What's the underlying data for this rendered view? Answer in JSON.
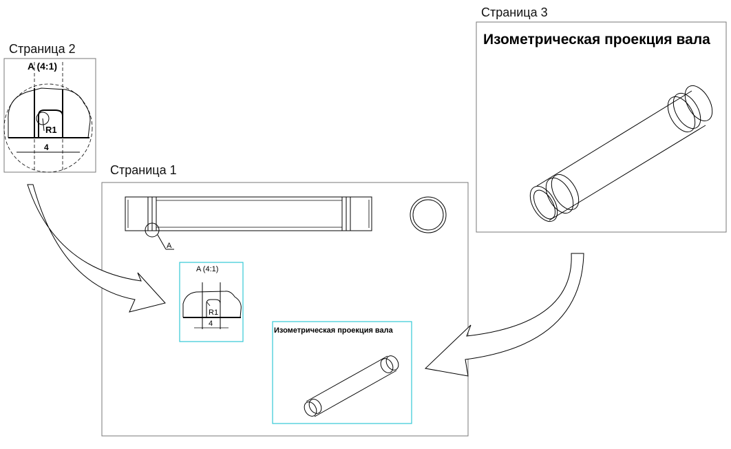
{
  "pages": {
    "page1": {
      "label": "Страница 1"
    },
    "page2": {
      "label": "Страница 2",
      "view_title": "A (4:1)",
      "radius_label": "R1",
      "dimension_label": "4"
    },
    "page3": {
      "label": "Страница 3",
      "title": "Изометрическая проекция вала"
    }
  },
  "sheet1": {
    "section_marker": "A",
    "detail_view": {
      "title": "A (4:1)",
      "radius_label": "R1",
      "dimension_label": "4"
    },
    "iso_view": {
      "title": "Изометрическая проекция вала"
    }
  },
  "colors": {
    "viewport_border": "#33c9d6",
    "frame_border": "#777777",
    "line": "#000000"
  }
}
